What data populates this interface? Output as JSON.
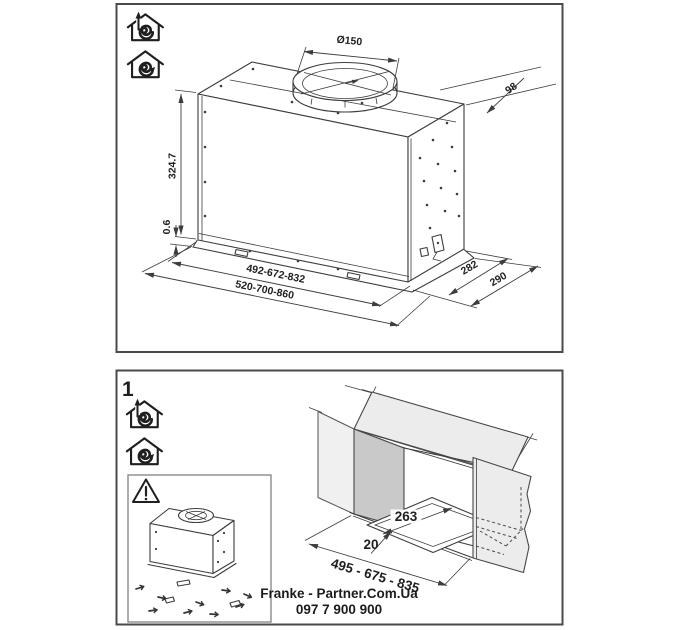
{
  "colors": {
    "line": "#3d3d3d",
    "panel_border": "#4a4a4a",
    "fill_light": "#ececec",
    "fill_mid": "#c9c9c9",
    "text": "#1f1f1f"
  },
  "top_panel": {
    "description": "Isometric dimension drawing of built-in cooker hood",
    "mode_icons": [
      {
        "icon": "exhaust-duct-house-icon",
        "meaning": "ducted exhaust mode"
      },
      {
        "icon": "recirculation-house-icon",
        "meaning": "recirculation mode"
      }
    ],
    "dimensions": {
      "duct_diameter": "Ø150",
      "duct_rear_offset": "98",
      "body_height": "324.7",
      "bottom_lip": "0.6",
      "body_width": "492-672-832",
      "overall_width": "520-700-860",
      "body_depth": "282",
      "overall_depth": "290"
    }
  },
  "bottom_panel": {
    "step_number": "1",
    "description": "Cabinet cut-out installation drawing",
    "mode_icons": [
      {
        "icon": "exhaust-duct-house-icon",
        "meaning": "ducted exhaust mode"
      },
      {
        "icon": "recirculation-house-icon",
        "meaning": "recirculation mode"
      }
    ],
    "warning_box": {
      "icon": "warning-triangle-icon"
    },
    "cutout_dimensions": {
      "cutout_depth": "263",
      "front_edge_distance": "20",
      "cutout_width": "495 - 675 - 835"
    },
    "watermark": {
      "line1": "Franke - Partner.Com.Ua",
      "line2": "097 7 900 900"
    }
  }
}
